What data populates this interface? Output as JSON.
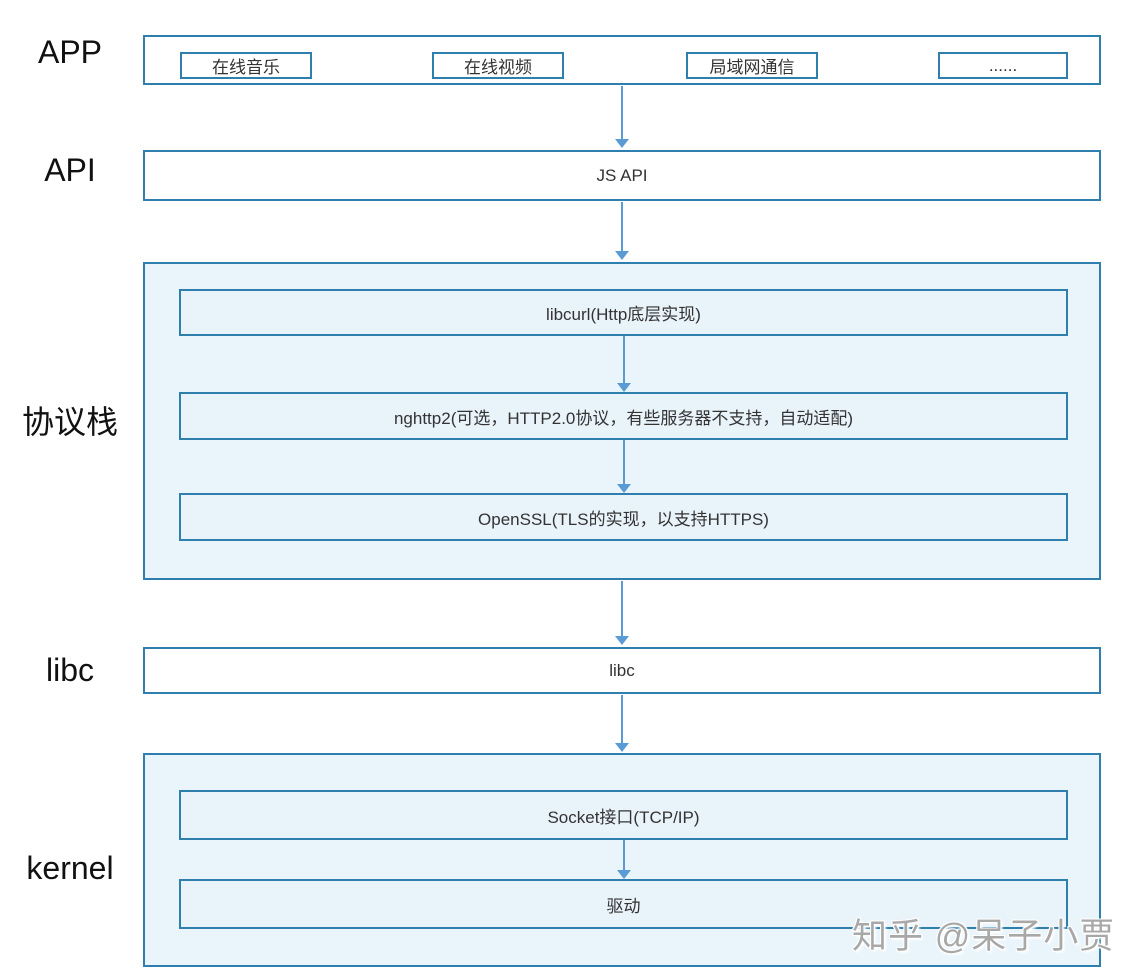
{
  "colors": {
    "border": "#2e7fae",
    "section-fill": "#eaf5fb",
    "inner-fill": "#e9f3fa",
    "arrow": "#5b9bd5",
    "text": "#333333",
    "label": "#111111",
    "watermark-color": "#a8a8a8"
  },
  "side_labels": {
    "app": "APP",
    "api": "API",
    "protocol": "协议栈",
    "libc": "libc",
    "kernel": "kernel"
  },
  "app_layer": {
    "items": [
      {
        "label": "在线音乐"
      },
      {
        "label": "在线视频"
      },
      {
        "label": "局域网通信"
      },
      {
        "label": "......"
      }
    ]
  },
  "api_layer": {
    "box_label": "JS API"
  },
  "protocol_layer": {
    "boxes": [
      {
        "label": "libcurl(Http底层实现)"
      },
      {
        "label": "nghttp2(可选，HTTP2.0协议，有些服务器不支持，自动适配)"
      },
      {
        "label": "OpenSSL(TLS的实现，以支持HTTPS)"
      }
    ]
  },
  "libc_layer": {
    "box_label": "libc"
  },
  "kernel_layer": {
    "boxes": [
      {
        "label": "Socket接口(TCP/IP)"
      },
      {
        "label": "驱动"
      }
    ]
  },
  "watermark": {
    "text": "知乎 @呆子小贾"
  }
}
